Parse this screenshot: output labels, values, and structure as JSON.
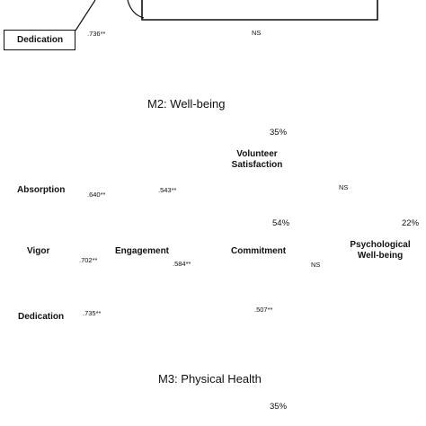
{
  "top_fragment": {
    "dedication": "Dedication",
    "coef": ".736**",
    "ns": "NS"
  },
  "m2": {
    "title": "M2: Well-being",
    "nodes": {
      "absorption": "Absorption",
      "vigor": "Vigor",
      "dedication": "Dedication",
      "engagement": "Engagement",
      "volunteer_satisfaction": [
        "Volunteer",
        "Satisfaction"
      ],
      "commitment": "Commitment",
      "psychological_wellbeing": [
        "Psychological",
        "Well-being"
      ]
    },
    "variance": {
      "satisfaction": "35%",
      "commitment": "54%",
      "wellbeing": "22%"
    },
    "coefficients": {
      "absorption_loading": ".640**",
      "vigor_loading": ".702**",
      "dedication_loading": ".735**",
      "engagement_to_satisfaction": ".543**",
      "engagement_to_commitment": ".584**",
      "engagement_to_wellbeing": ".507**",
      "satisfaction_to_wellbeing": "NS",
      "commitment_to_wellbeing": "NS"
    }
  },
  "m3": {
    "title": "M3: Physical Health",
    "variance": {
      "satisfaction": "35%"
    }
  }
}
